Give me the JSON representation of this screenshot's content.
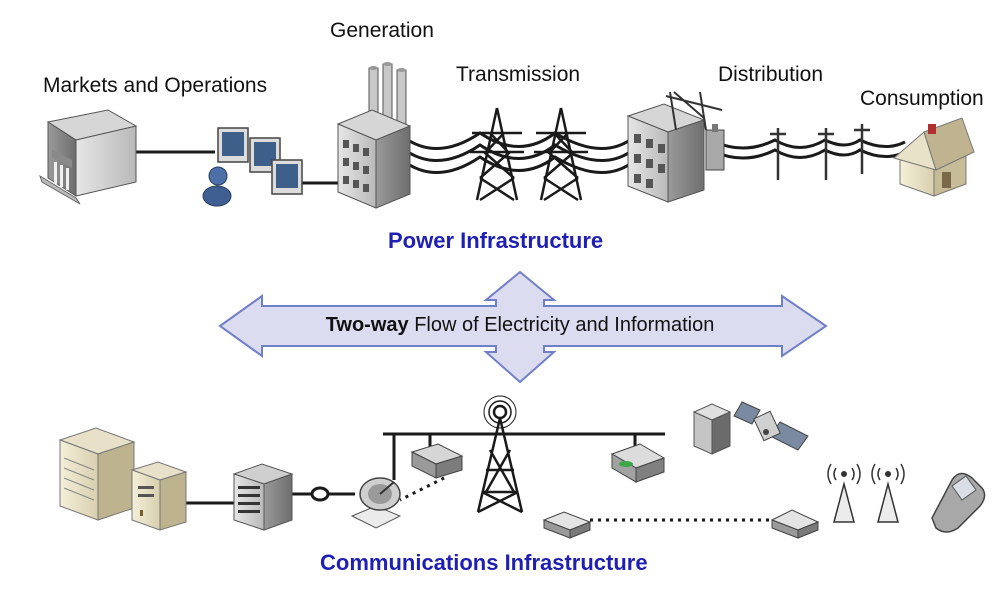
{
  "labels": {
    "markets": "Markets and Operations",
    "generation": "Generation",
    "transmission": "Transmission",
    "distribution": "Distribution",
    "consumption": "Consumption"
  },
  "titles": {
    "power": "Power Infrastructure",
    "communications": "Communications Infrastructure"
  },
  "flow": {
    "bold": "Two-way",
    "rest": " Flow of Electricity and Information"
  },
  "colors": {
    "title_blue": "#1f1fb4",
    "arrow_fill": "#dcdcf0",
    "arrow_stroke": "#6f7fc8"
  }
}
